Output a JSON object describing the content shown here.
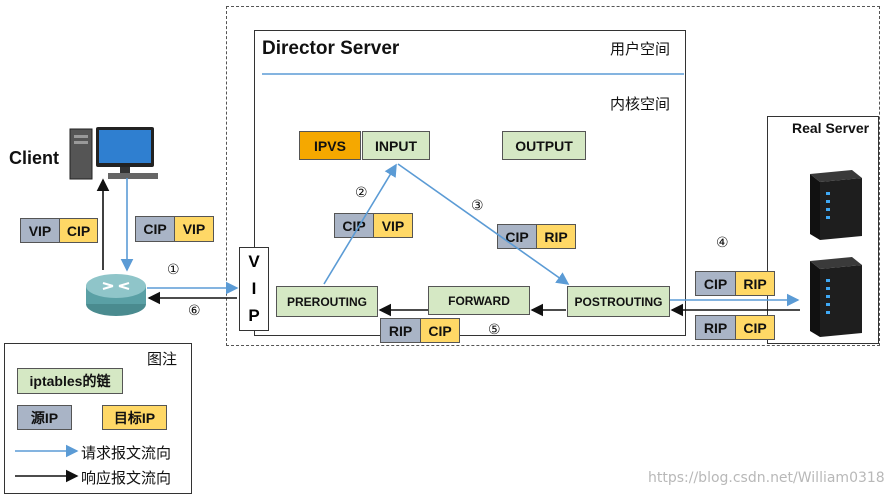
{
  "director": {
    "title": "Director Server",
    "user_space": "用户空间",
    "kernel_space": "内核空间"
  },
  "chains": {
    "ipvs": "IPVS",
    "input": "INPUT",
    "output": "OUTPUT",
    "prerouting": "PREROUTING",
    "forward": "FORWARD",
    "postrouting": "POSTROUTING"
  },
  "client": {
    "label": "Client"
  },
  "real_server": {
    "label": "Real Server"
  },
  "vip_box": {
    "letters": [
      "V",
      "I",
      "P"
    ]
  },
  "packets": {
    "client_side": {
      "src": "VIP",
      "dst": "CIP"
    },
    "client_req": {
      "src": "CIP",
      "dst": "VIP"
    },
    "step2": {
      "src": "CIP",
      "dst": "VIP"
    },
    "step3": {
      "src": "CIP",
      "dst": "RIP"
    },
    "step5": {
      "src": "RIP",
      "dst": "CIP"
    },
    "rs_req": {
      "src": "CIP",
      "dst": "RIP"
    },
    "rs_resp": {
      "src": "RIP",
      "dst": "CIP"
    }
  },
  "steps": {
    "s1": "①",
    "s2": "②",
    "s3": "③",
    "s4": "④",
    "s5": "⑤",
    "s6": "⑥"
  },
  "legend": {
    "title": "图注",
    "chain": "iptables的链",
    "src": "源IP",
    "dst": "目标IP",
    "request": "请求报文流向",
    "response": "响应报文流向"
  },
  "watermark": "https://blog.csdn.net/William0318",
  "colors": {
    "chain_green": "#d5e8c4",
    "src_grey": "#a9b4c6",
    "dst_yellow": "#ffd866",
    "ipvs_orange": "#f5a800",
    "request_blue": "#5b9bd5",
    "response_black": "#111111"
  }
}
